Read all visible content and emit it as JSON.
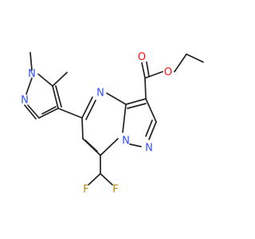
{
  "colors": {
    "bond": "#222222",
    "nitrogen": "#3050f8",
    "oxygen": "#ff0d0d",
    "fluorine": "#b8860b"
  },
  "atoms": {
    "n_pyrazole_1": "N",
    "n_pyrazole_2": "N",
    "n_pyrimidine": "N",
    "n_bridge": "N",
    "n_pyrazole_fused": "N",
    "o_carbonyl": "O",
    "o_ester": "O",
    "f_left": "F",
    "f_right": "F"
  }
}
